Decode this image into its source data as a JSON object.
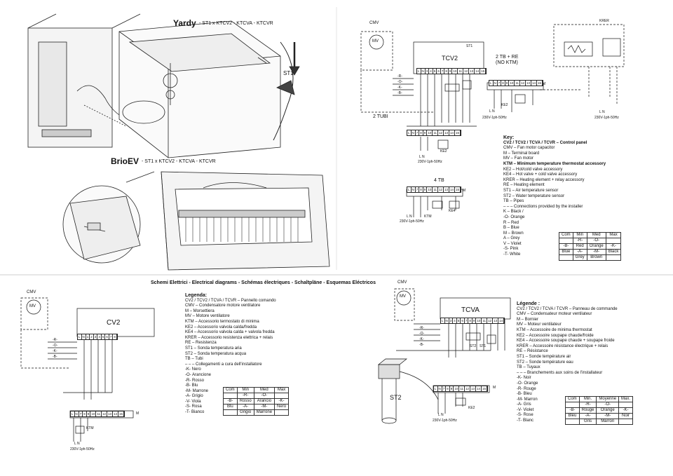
{
  "top_left": {
    "title_yardy": "Yardy",
    "sub_yardy": "- ST1 x KTCV2 - KTCVA - KTCVR",
    "title_brio": "BrioEV",
    "sub_brio": "- ST1 x KTCV2 - KTCVA - KTCVR",
    "st1_label": "ST1"
  },
  "section_title": "Schemi Elettrici - Electrical diagrams - Schémas électriques - Schaltpläne - Esquemas Eléctricos",
  "top_right_diagram": {
    "cmv": "CMV",
    "mv": "MV",
    "panel": "TCV2",
    "st1": "ST1",
    "two_tb_re": "2 TB + RE",
    "no_ktm": "(NO KTM)",
    "krer": "KRER",
    "two_tubi": "2 TUBI",
    "four_tb": "4 TB",
    "ke2": "KE2",
    "ke4": "KE4",
    "ktm": "KTM",
    "power": "230V-1ph-50Hz",
    "ln": "L  N",
    "m": "M",
    "wires": [
      "-R-",
      "-O-",
      "-K-",
      "-B-"
    ],
    "terminals_panel": [
      "L",
      "N",
      "3",
      "4",
      "5",
      "6",
      "7",
      "8",
      "9",
      "10",
      "11",
      "12",
      "13",
      "14",
      "15"
    ],
    "terminals_strip": [
      "L",
      "N",
      "7",
      "8",
      "9",
      "10",
      "11",
      "12",
      "13",
      "14",
      "15"
    ]
  },
  "key_en": {
    "heading": "Key:",
    "lines": [
      "CV2 / TCV2 / TCVA / TCVR – Control panel",
      "CMV – Fan motor capacitor",
      "M – Terminal board",
      "MV – Fan motor",
      "KTM – Minimum temperature thermostat accessory",
      "KE2 – Hot/cold valve accessory",
      "KE4 – Hot valve + cold valve accessory",
      "KRER – Heating element + relay accessory",
      "RE – Heating element",
      "ST1 – Air temperature sensor",
      "ST2 – Water temperature sensor",
      "TB – Pipes",
      "– – – Connections provided by the installer",
      "K – Black /",
      "-O- Orange",
      "R – Red",
      "B – Blue",
      "M – Brown",
      "A – Grey",
      "V – Violet",
      "-S- Pink",
      "-T- White"
    ],
    "table": {
      "headers": [
        "Com",
        "Min",
        "Med",
        "Max"
      ],
      "rows": [
        [
          "",
          "-R-",
          "-O-",
          ""
        ],
        [
          "-B-",
          "Red",
          "Orange",
          "-K-"
        ],
        [
          "Blue",
          "-A-",
          "-M-",
          "Black"
        ],
        [
          "",
          "Grey",
          "Brown",
          ""
        ]
      ]
    }
  },
  "bottom_left": {
    "cmv": "CMV",
    "mv": "MV",
    "panel": "CV2",
    "wires": [
      "-R-",
      "-O-",
      "-K-",
      "-B-"
    ],
    "terminals_panel": [
      "L",
      "N",
      "1",
      "2",
      "3",
      "4",
      "5",
      "6",
      "7",
      "8"
    ],
    "terminals_strip": [
      "L",
      "N",
      "7",
      "8",
      "9",
      "10",
      "11",
      "12",
      "13",
      "14",
      "15"
    ],
    "m": "M",
    "ktm": "KTM",
    "ln": "L  N",
    "power": "230V-1ph-50Hz"
  },
  "legenda_it": {
    "heading": "Legenda:",
    "lines": [
      "CV2 / TCV2 / TCVA / TCVR – Pannello comando",
      "CMV – Condensatore motore ventilatore",
      "M – Morsettiera",
      "MV – Motore ventilatore",
      "KTM – Accessorio termostato di minima",
      "KE2 – Accessorio valvola calda/fredda",
      "KE4 – Accessorio valvola calda + valvola fredda",
      "KRER – Accessorio resistenza elettrica + relais",
      "RE – Resistenza",
      "ST1 – Sonda temperatura aria",
      "ST2 – Sonda temperatura acqua",
      "TB – Tubi",
      "– – – Collegamenti a cura dell'installatore",
      "-K- Nero",
      "-O- Arancione",
      "-R- Rosso",
      "-B- Blu",
      "-M- Marrone",
      "-A- Grigio",
      "-V- Viola",
      "-S- Rosa",
      "-T- Bianco"
    ],
    "table": {
      "headers": [
        "Com",
        "Min",
        "Med",
        "Max"
      ],
      "rows": [
        [
          "",
          "-R-",
          "-O-",
          ""
        ],
        [
          "-B-",
          "Rosso",
          "Arancio",
          "-K-"
        ],
        [
          "Blu",
          "-A-",
          "-M-",
          "Nero"
        ],
        [
          "",
          "Grigio",
          "Marrone",
          ""
        ]
      ]
    }
  },
  "bottom_mid": {
    "cmv": "CMV",
    "mv": "MV",
    "panel": "TCVA",
    "st2": "ST2",
    "st2_label": "ST2",
    "st1": "ST1",
    "wires": [
      "-R-",
      "-O-",
      "-K-",
      "-B-"
    ],
    "terminals_panel": [
      "L",
      "N",
      "3",
      "4",
      "5",
      "6",
      "7",
      "8",
      "9",
      "10",
      "11",
      "12",
      "13",
      "14"
    ],
    "terminals_strip": [
      "L",
      "N",
      "7",
      "8",
      "9",
      "10",
      "11",
      "12",
      "13",
      "14",
      "15"
    ],
    "m": "M",
    "ke2": "KE2",
    "ln": "L  N",
    "power": "230V-1ph-50Hz"
  },
  "legende_fr": {
    "heading": "Légende :",
    "lines": [
      "CV2 / TCV2 / TCVA / TCVR – Panneau de commande",
      "CMV – Condensateur moteur ventilateur",
      "M – Bornier",
      "MV – Moteur ventilateur",
      "KTM – Accessoire de minima thermostat",
      "KE2 – Accessoire soupape chaude/froide",
      "KE4 – Accessoire soupape chaude + soupape froide",
      "KRER – Accessoire résistance électrique + relais",
      "RE – Résistance",
      "ST1 – Sonde température air",
      "ST2 – Sonde température eau",
      "TB – Tuyaux",
      "– – – Branchements aux soins de l'installateur",
      "-K- Noir",
      "-O- Orange",
      "-R- Rouge",
      "-B- Bleu",
      "-M- Marron",
      "-A- Gris",
      "-V- Violet",
      "-S- Rose",
      "-T- Blanc"
    ],
    "table": {
      "headers": [
        "Com",
        "Min.",
        "Moyenne",
        "Max."
      ],
      "rows": [
        [
          "",
          "-R-",
          "-O-",
          ""
        ],
        [
          "-B-",
          "Rouge",
          "Orange",
          "-K-"
        ],
        [
          "Bleu",
          "-A-",
          "-M-",
          "Noir"
        ],
        [
          "",
          "Gris",
          "Marron",
          ""
        ]
      ]
    }
  }
}
